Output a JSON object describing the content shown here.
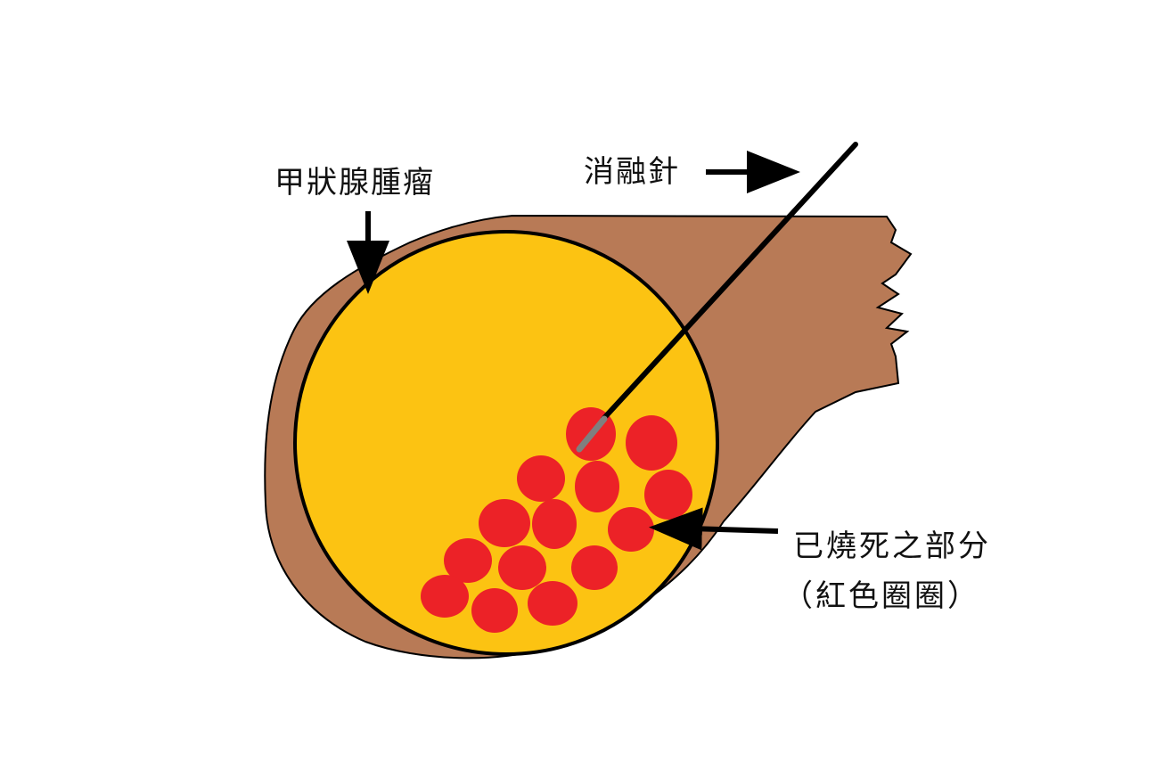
{
  "labels": {
    "tumor": "甲狀腺腫瘤",
    "needle": "消融針",
    "burned": "已燒死之部分",
    "burned_note": "（紅色圈圈）"
  },
  "colors": {
    "thyroid_tissue": "#b87a56",
    "tumor_fill": "#fcc312",
    "ablated_zone": "#ec2227",
    "needle_shaft": "#000000",
    "needle_tip": "#7f7f7f",
    "outline": "#000000"
  },
  "ablated_zone_count": 14
}
